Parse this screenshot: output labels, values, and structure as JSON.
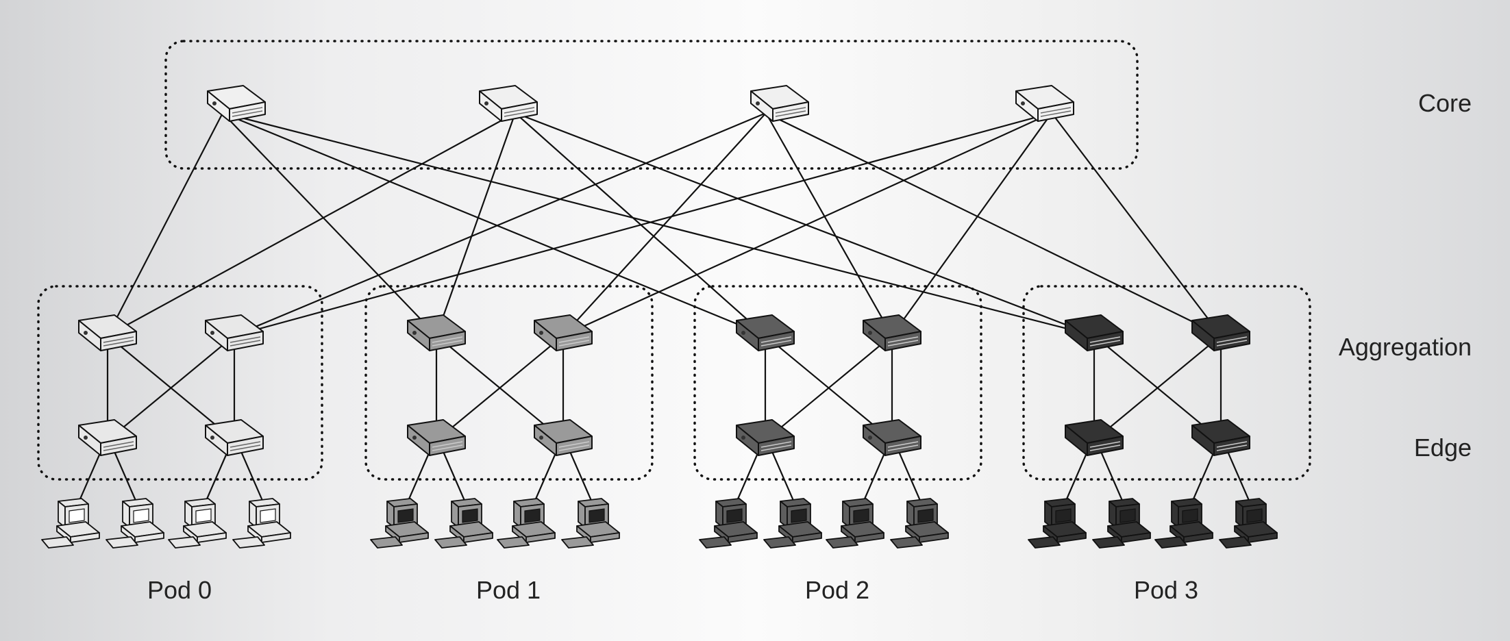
{
  "tiers": {
    "core": "Core",
    "aggregation": "Aggregation",
    "edge": "Edge"
  },
  "pods": [
    {
      "label": "Pod 0",
      "shade": "#e8e8e8"
    },
    {
      "label": "Pod 1",
      "shade": "#9a9a9a"
    },
    {
      "label": "Pod 2",
      "shade": "#5e5e5e"
    },
    {
      "label": "Pod 3",
      "shade": "#333333"
    }
  ],
  "colors": {
    "core_switch": "#f0f0f0",
    "link": "#111111",
    "group_border": "#111111"
  },
  "icons": {
    "switch": "network-switch-icon",
    "host": "desktop-computer-icon"
  }
}
